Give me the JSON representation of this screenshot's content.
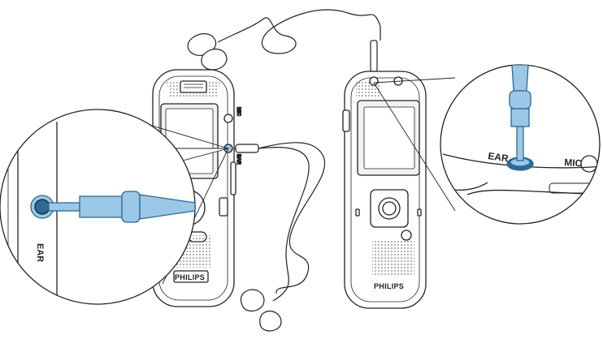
{
  "recorder_left": {
    "brand": "PHILIPS",
    "side_label_mic": "MIC",
    "side_label_ear": "EAR"
  },
  "recorder_right": {
    "brand": "PHILIPS"
  },
  "detail_left": {
    "port_label": "EAR"
  },
  "detail_right": {
    "port_label_ear": "EAR",
    "port_label_mic": "MIC"
  },
  "colors": {
    "plug": "#9cc7e6",
    "plug_stroke": "#2b6a94",
    "outline": "#222222",
    "screen": "#f2f2f2"
  }
}
